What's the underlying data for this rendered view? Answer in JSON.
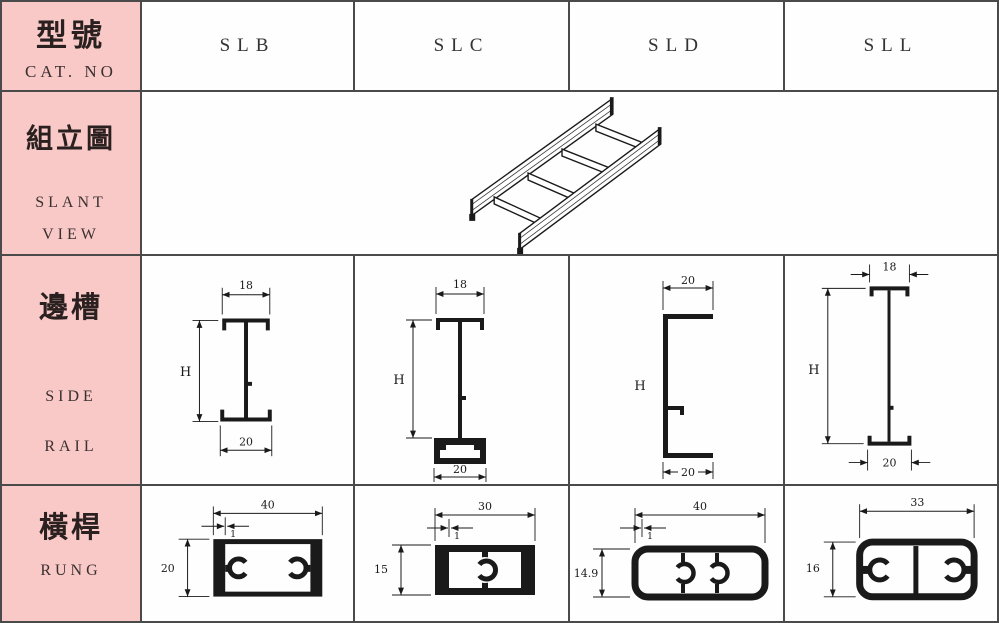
{
  "header": {
    "category_zh": "型號",
    "category_en": "CAT. NO",
    "models": [
      "SLB",
      "SLC",
      "SLD",
      "SLL"
    ]
  },
  "slant_view": {
    "label_zh": "組立圖",
    "label_en_line1": "SLANT",
    "label_en_line2": "VIEW"
  },
  "side_rail": {
    "label_zh": "邊槽",
    "label_en_line1": "SIDE",
    "label_en_line2": "RAIL",
    "dims": {
      "slb": {
        "top_width": "18",
        "height": "H",
        "bottom_width": "20"
      },
      "slc": {
        "top_width": "18",
        "height": "H",
        "bottom_width": "20"
      },
      "sld": {
        "top_width": "20",
        "height": "H",
        "bottom_width": "20"
      },
      "sll": {
        "top_width": "18",
        "height": "H",
        "bottom_width": "20"
      }
    }
  },
  "rung": {
    "label_zh": "橫桿",
    "label_en": "RUNG",
    "dims": {
      "slb": {
        "width": "40",
        "height": "20",
        "wall": "1"
      },
      "slc": {
        "width": "30",
        "height": "15",
        "wall": "1"
      },
      "sld": {
        "width": "40",
        "height": "14.9",
        "wall": "1"
      },
      "sll": {
        "width": "33",
        "height": "16"
      }
    }
  },
  "colors": {
    "label_bg": "#f8c9c6",
    "grid_line": "#4a4a4a",
    "ink": "#1a1a1a"
  }
}
